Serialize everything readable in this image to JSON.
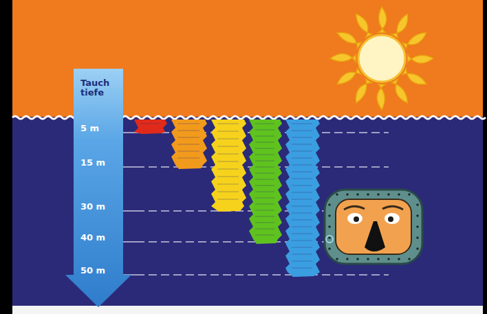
{
  "diagram": {
    "nodes": [
      {
        "text": [
          "Tauch tiefe",
          "5 m",
          "15 m",
          "30 m",
          "40 m",
          "50 m"
        ]
      }
    ]
  }
}
